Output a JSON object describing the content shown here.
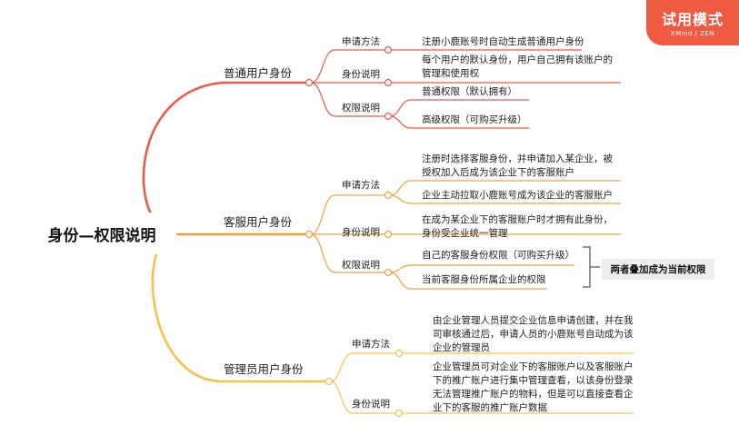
{
  "root": {
    "title": "身份—权限说明"
  },
  "trial_badge": {
    "label": "试用模式",
    "brand": "XMind | ZEN"
  },
  "colors": {
    "normal": "#ea5b4a",
    "service": "#f3a23a",
    "admin": "#f5c34d",
    "badge": "#ef5a43"
  },
  "branches": {
    "normal": {
      "label": "普通用户身份",
      "apply": {
        "label": "申请方法",
        "desc": "注册小鹿账号时自动生成普通用户身份"
      },
      "identity": {
        "label": "身份说明",
        "desc": "每个用户的默认身份，用户自己拥有该账户的管理和使用权"
      },
      "rights": {
        "label": "权限说明",
        "items": [
          "普通权限（默认拥有）",
          "高级权限（可购买升级）"
        ]
      }
    },
    "service": {
      "label": "客服用户身份",
      "apply": {
        "label": "申请方法",
        "items": [
          "注册时选择客服身份，并申请加入某企业，被授权加入后成为该企业下的客服账户",
          "企业主动拉取小鹿账号成为该企业的客服账户"
        ]
      },
      "identity": {
        "label": "身份说明",
        "desc": "在成为某企业下的客服账户时才拥有此身份，身份受企业统一管理"
      },
      "rights": {
        "label": "权限说明",
        "items": [
          "自己的客服身份权限（可购买升级）",
          "当前客服身份所属企业的权限"
        ]
      },
      "note": "两者叠加成为当前权限"
    },
    "admin": {
      "label": "管理员用户身份",
      "apply": {
        "label": "申请方法",
        "desc": "由企业管理人员提交企业信息申请创建，并在我司审核通过后，申请人员的小鹿账号自动成为该企业的管理员"
      },
      "identity": {
        "label": "身份说明",
        "desc": "企业管理员可对企业下的客服账户以及客服账户下的推广账户进行集中管理查看，以该身份登录无法管理推广账户的物料，但是可以直接查看企业下的客服的推广账户数据"
      }
    }
  }
}
